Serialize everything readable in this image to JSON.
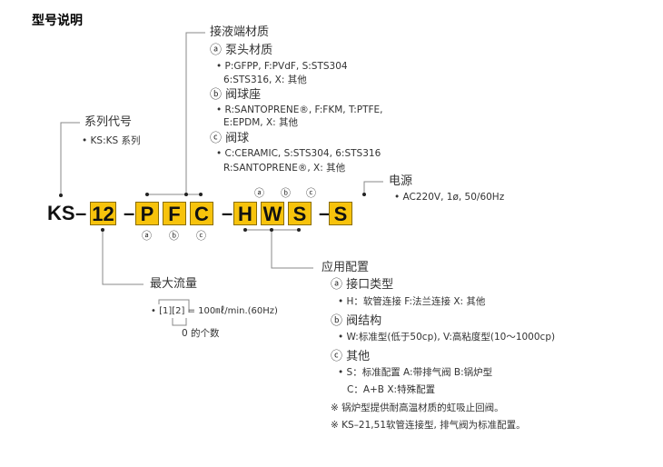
{
  "title": "型号说明",
  "code": {
    "prefix": "KS",
    "dash": "–",
    "flow": "12",
    "a1": "P",
    "b1": "F",
    "c1": "C",
    "a2": "H",
    "b2": "W",
    "c2": "S",
    "power": "S"
  },
  "markers": {
    "a": "ⓐ",
    "b": "ⓑ",
    "c": "ⓒ"
  },
  "wetted": {
    "heading": "接液端材质",
    "a_title": "ⓐ 泵头材质",
    "a_l1": "• P:GFPP, F:PVdF, S:STS304",
    "a_l2": "6:STS316, X: 其他",
    "b_title": "ⓑ 阀球座",
    "b_l1": "• R:SANTOPRENE®, F:FKM, T:PTFE,",
    "b_l2": "E:EPDM, X: 其他",
    "c_title": "ⓒ 阀球",
    "c_l1": "• C:CERAMIC, S:STS304, 6:STS316",
    "c_l2": "R:SANTOPRENE®, X: 其他"
  },
  "series": {
    "heading": "系列代号",
    "l1": "• KS:KS 系列"
  },
  "power": {
    "heading": "电源",
    "l1": "• AC220V, 1ø, 50/60Hz"
  },
  "flow": {
    "heading": "最大流量",
    "l1": "• [1][2] = 100㎖/min.(60Hz)",
    "note": "0 的个数"
  },
  "config": {
    "heading": "应用配置",
    "a_title": "ⓐ 接口类型",
    "a_l1": "• H：软管连接   F:法兰连接    X: 其他",
    "b_title": "ⓑ 阀结构",
    "b_l1": "• W:标准型(低于50cp), V:高粘度型(10～1000cp)",
    "c_title": "ⓒ 其他",
    "c_l1": "• S：标准配置    A:带排气阀  B:锅炉型",
    "c_l2": "C：A+B    X:特殊配置",
    "note1": "※  锅炉型提供耐高温材质的虹吸止回阀。",
    "note2": "※  KS–21,51软管连接型, 排气阀为标准配置。"
  },
  "colors": {
    "box": "#f7c30c"
  }
}
